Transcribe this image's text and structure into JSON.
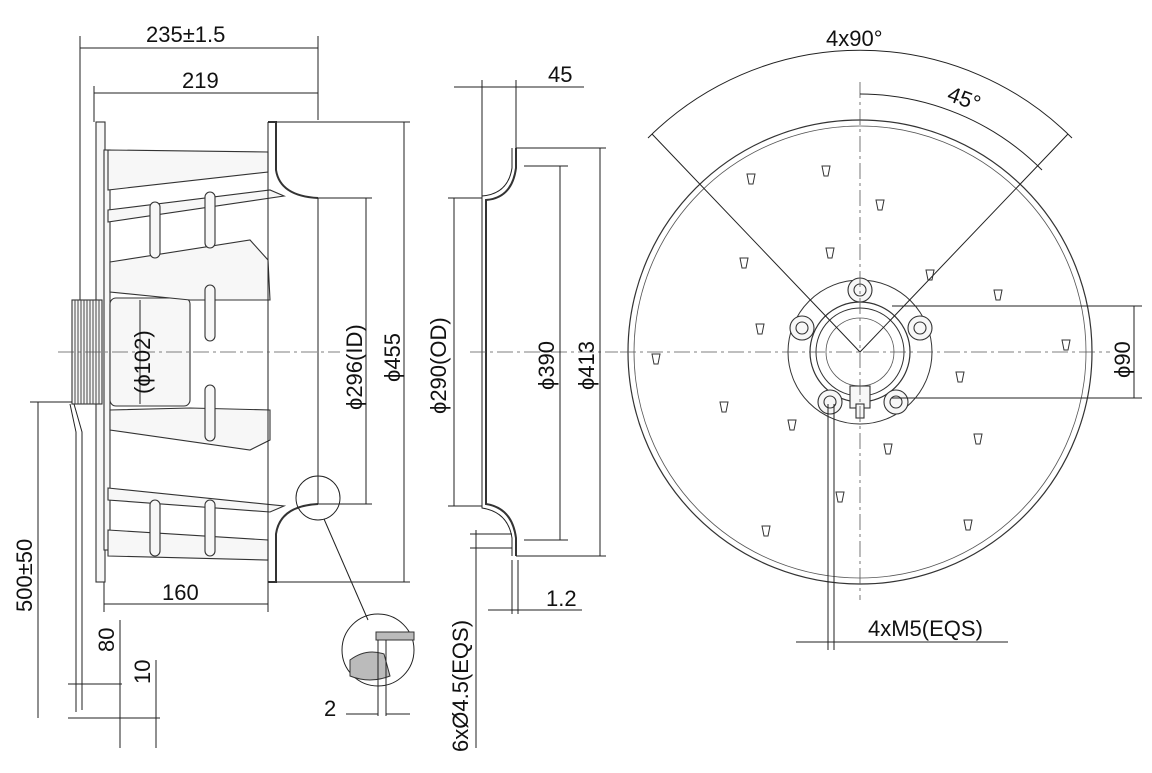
{
  "side_view": {
    "overall_width": "235±1.5",
    "width_219": "219",
    "depth_160": "160",
    "motor_dia": "(ϕ102)",
    "inlet_id": "ϕ296(ID)",
    "outer_dia": "ϕ455",
    "cable_length": "500±50",
    "cable_80": "80",
    "cable_10": "10",
    "detail_2": "2"
  },
  "inlet_ring": {
    "depth_45": "45",
    "outer_dia_od": "ϕ290(OD)",
    "dia_390": "ϕ390",
    "dia_413": "ϕ413",
    "thickness": "1.2",
    "holes": "6xØ4.5(EQS)"
  },
  "front_view": {
    "angle_4x90": "4x90°",
    "angle_45": "45°",
    "hub_dia": "ϕ90",
    "threads": "4xM5(EQS)"
  }
}
